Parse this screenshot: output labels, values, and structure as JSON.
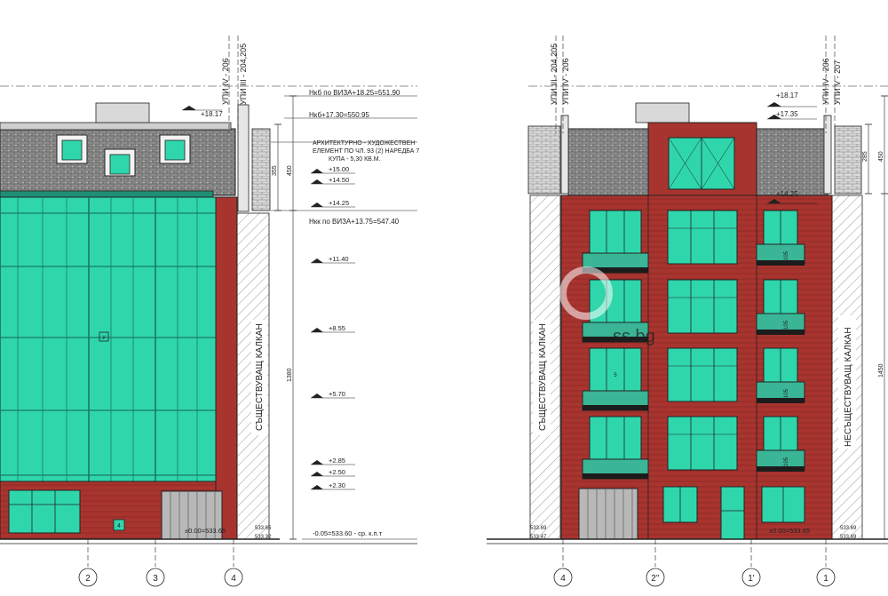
{
  "colors": {
    "glass": "#2fd6ac",
    "brick": "#a8342f",
    "brick_line": "#6e1c1a",
    "roof_tile": "#8a8a8a",
    "line": "#222222",
    "railing": "#1c1c1c",
    "hatch": "#9a9a9a"
  },
  "left_view": {
    "plot_labels": [
      "УПИ IV - 206",
      "УПИ III - 204,205"
    ],
    "top_level": "+18.17",
    "annotations": {
      "ridge": "Нкб по ВИЗА+18.25=551.90",
      "roof": "Нкб+17.30=550.95",
      "arch_element": "АРХИТЕКТУРНО - ХУДОЖЕСТВЕН",
      "arch_element_2": "ЕЛЕМЕНТ ПО ЧЛ. 93 (2) НАРЕДБА 7",
      "cupola": "КУПА - 5,30 КВ.М.",
      "cornice": "Нкк по ВИЗА+13.75=547.40",
      "ground": "-0.05=533.60 - ср. к.п.т"
    },
    "levels": [
      "+15.00",
      "+14.50",
      "+14.25",
      "+11.40",
      "+8.55",
      "+5.70",
      "+2.85",
      "+2.50",
      "+2.30"
    ],
    "dims": [
      "355",
      "450",
      "1380"
    ],
    "zero": "±0.00=533.65",
    "side_heights": [
      "533.65",
      "533.32"
    ],
    "neighbor_label": "СЪЩЕСТВУВАЩ КАЛКАН",
    "axes": [
      "2",
      "3",
      "4"
    ],
    "door_tag": "4",
    "panel_tag": "У"
  },
  "right_view": {
    "plot_labels_left": [
      "УПИ III - 204,205",
      "УПИ IV - 206"
    ],
    "plot_labels_right": [
      "УПИ IV - 206",
      "УПИ V - 207"
    ],
    "levels": [
      "+18.17",
      "+17.35",
      "+14.25"
    ],
    "dims": [
      "285",
      "450",
      "1450"
    ],
    "zero": "±0.00=533.65",
    "side_heights_left": [
      "533.69",
      "533.47"
    ],
    "side_heights_right": [
      "533.69",
      "533.69"
    ],
    "neighbor_left": "СЪЩЕСТВУВАЩ КАЛКАН",
    "neighbor_right": "НЕСЪЩЕСТВУВАЩ КАЛКАН",
    "axes": [
      "4",
      "2''",
      "1'",
      "1"
    ],
    "rail_height": "105",
    "window_tag": "5"
  },
  "watermark": "ss.bg"
}
